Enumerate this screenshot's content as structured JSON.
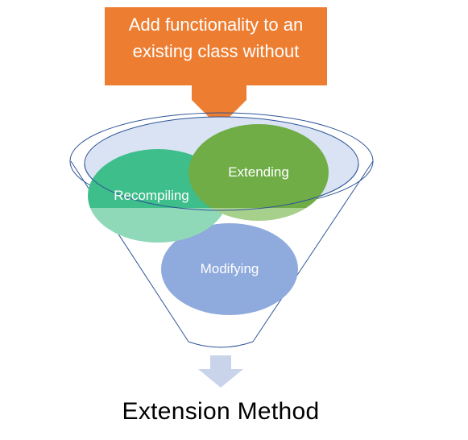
{
  "callout": {
    "text": "Add functionality to an existing class without",
    "color": "#ED7D31"
  },
  "nodes": [
    {
      "label": "Recompiling",
      "color": "#3DBE8A"
    },
    {
      "label": "Extending",
      "color": "#70AD47"
    },
    {
      "label": "Modifying",
      "color": "#8FAADC"
    }
  ],
  "funnel": {
    "rim_color": "#2F5597",
    "fill_color": "#DAE3F3"
  },
  "output_arrow": {
    "color": "#C9D4EA"
  },
  "result": {
    "title": "Extension Method"
  }
}
